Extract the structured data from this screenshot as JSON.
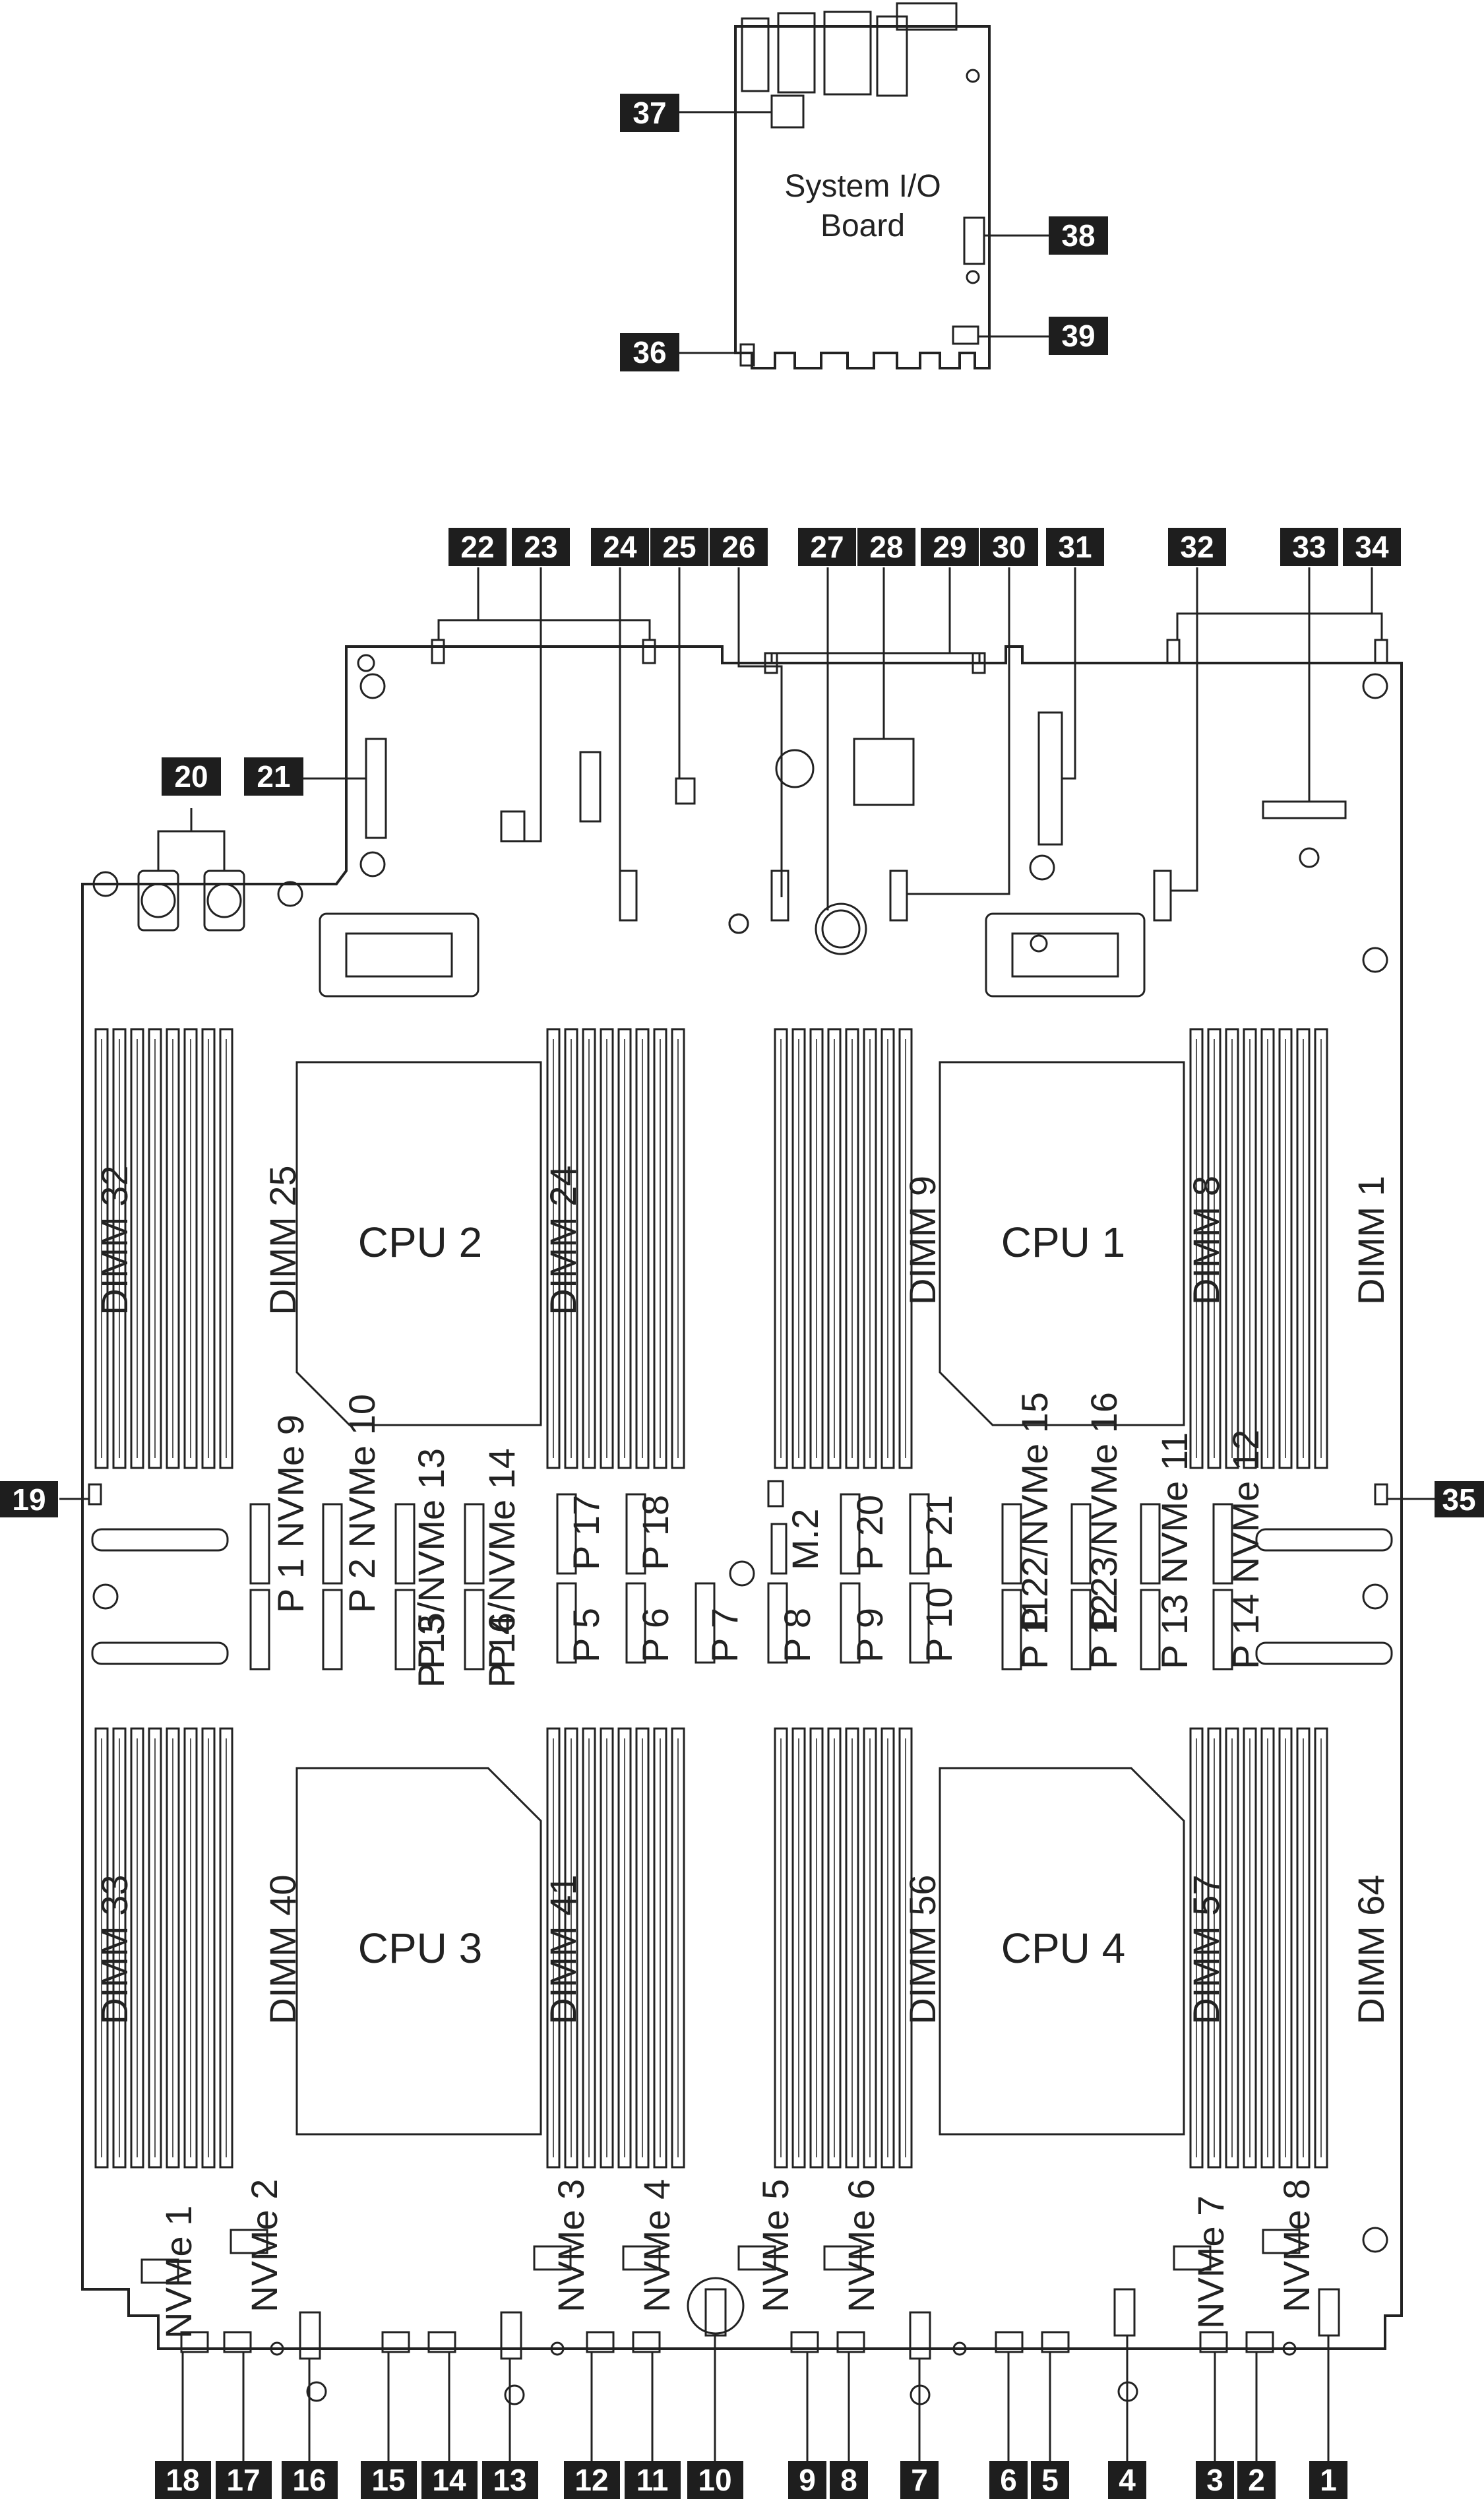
{
  "board": {
    "io_board_title_1": "System I/O",
    "io_board_title_2": "Board"
  },
  "cpus": [
    "CPU 2",
    "CPU 1",
    "CPU 3",
    "CPU 4"
  ],
  "dimm_labels": [
    "DIMM 32",
    "DIMM 25",
    "DIMM 24",
    "DIMM 9",
    "DIMM 8",
    "DIMM 1",
    "DIMM 33",
    "DIMM 40",
    "DIMM 41",
    "DIMM 56",
    "DIMM 57",
    "DIMM 64"
  ],
  "pcie_top_row": [
    "P 1  NVMe 9",
    "P 2  NVMe 10",
    "P 15/NVMe 13",
    "P 16/NVMe 14",
    "P 17",
    "P 18",
    "M.2",
    "P 20",
    "P 21",
    "P 22/NVMe 15",
    "P 23/NVMe 16",
    "P 13  NVMe 11",
    "P 14  NVMe 12"
  ],
  "pcie_bottom_row": [
    "P 3",
    "P 4",
    "P 5",
    "P 6",
    "P 7",
    "P 8",
    "P 9",
    "P 10",
    "P 11",
    "P 12"
  ],
  "nvme_bottom": [
    "NVMe 1",
    "NVMe 2",
    "NVMe 3",
    "NVMe 4",
    "NVMe 5",
    "NVMe 6",
    "NVMe 7",
    "NVMe 8"
  ],
  "callouts": {
    "c1": "1",
    "c2": "2",
    "c3": "3",
    "c4": "4",
    "c5": "5",
    "c6": "6",
    "c7": "7",
    "c8": "8",
    "c9": "9",
    "c10": "10",
    "c11": "11",
    "c12": "12",
    "c13": "13",
    "c14": "14",
    "c15": "15",
    "c16": "16",
    "c17": "17",
    "c18": "18",
    "c19": "19",
    "c20": "20",
    "c21": "21",
    "c22": "22",
    "c23": "23",
    "c24": "24",
    "c25": "25",
    "c26": "26",
    "c27": "27",
    "c28": "28",
    "c29": "29",
    "c30": "30",
    "c31": "31",
    "c32": "32",
    "c33": "33",
    "c34": "34",
    "c35": "35",
    "c36": "36",
    "c37": "37",
    "c38": "38",
    "c39": "39"
  }
}
